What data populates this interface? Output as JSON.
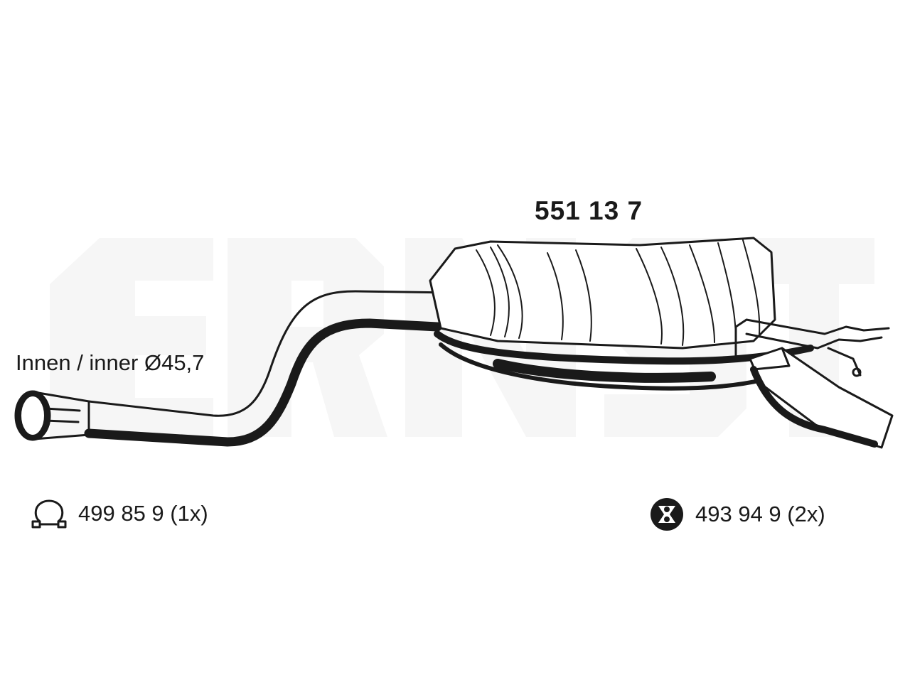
{
  "part_number": "551 13 7",
  "inner_diameter_label": "Innen / inner Ø45,7",
  "watermark": "ERNST",
  "accessories": [
    {
      "icon": "clamp-icon",
      "label": "499 85 9 (1x)"
    },
    {
      "icon": "rubber-mount-icon",
      "label": "493 94 9 (2x)"
    }
  ],
  "colors": {
    "line": "#1a1a1a",
    "watermark": "#f5f5f5",
    "background": "#ffffff"
  }
}
